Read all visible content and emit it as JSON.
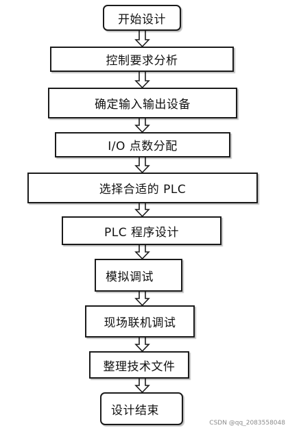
{
  "flowchart": {
    "steps": [
      {
        "label": "开始设计"
      },
      {
        "label": "控制要求分析"
      },
      {
        "label": "确定输入输出设备"
      },
      {
        "label": "I/O 点数分配"
      },
      {
        "label": "选择合适的 PLC"
      },
      {
        "label": "PLC 程序设计"
      },
      {
        "label": "模拟调试"
      },
      {
        "label": "现场联机调试"
      },
      {
        "label": "整理技术文件"
      },
      {
        "label": "设计结束"
      }
    ]
  },
  "colors": {
    "stroke": "#1a1a1a",
    "fill": "#ffffff",
    "text": "#111111"
  },
  "watermark": "CSDN @qq_2083558048"
}
